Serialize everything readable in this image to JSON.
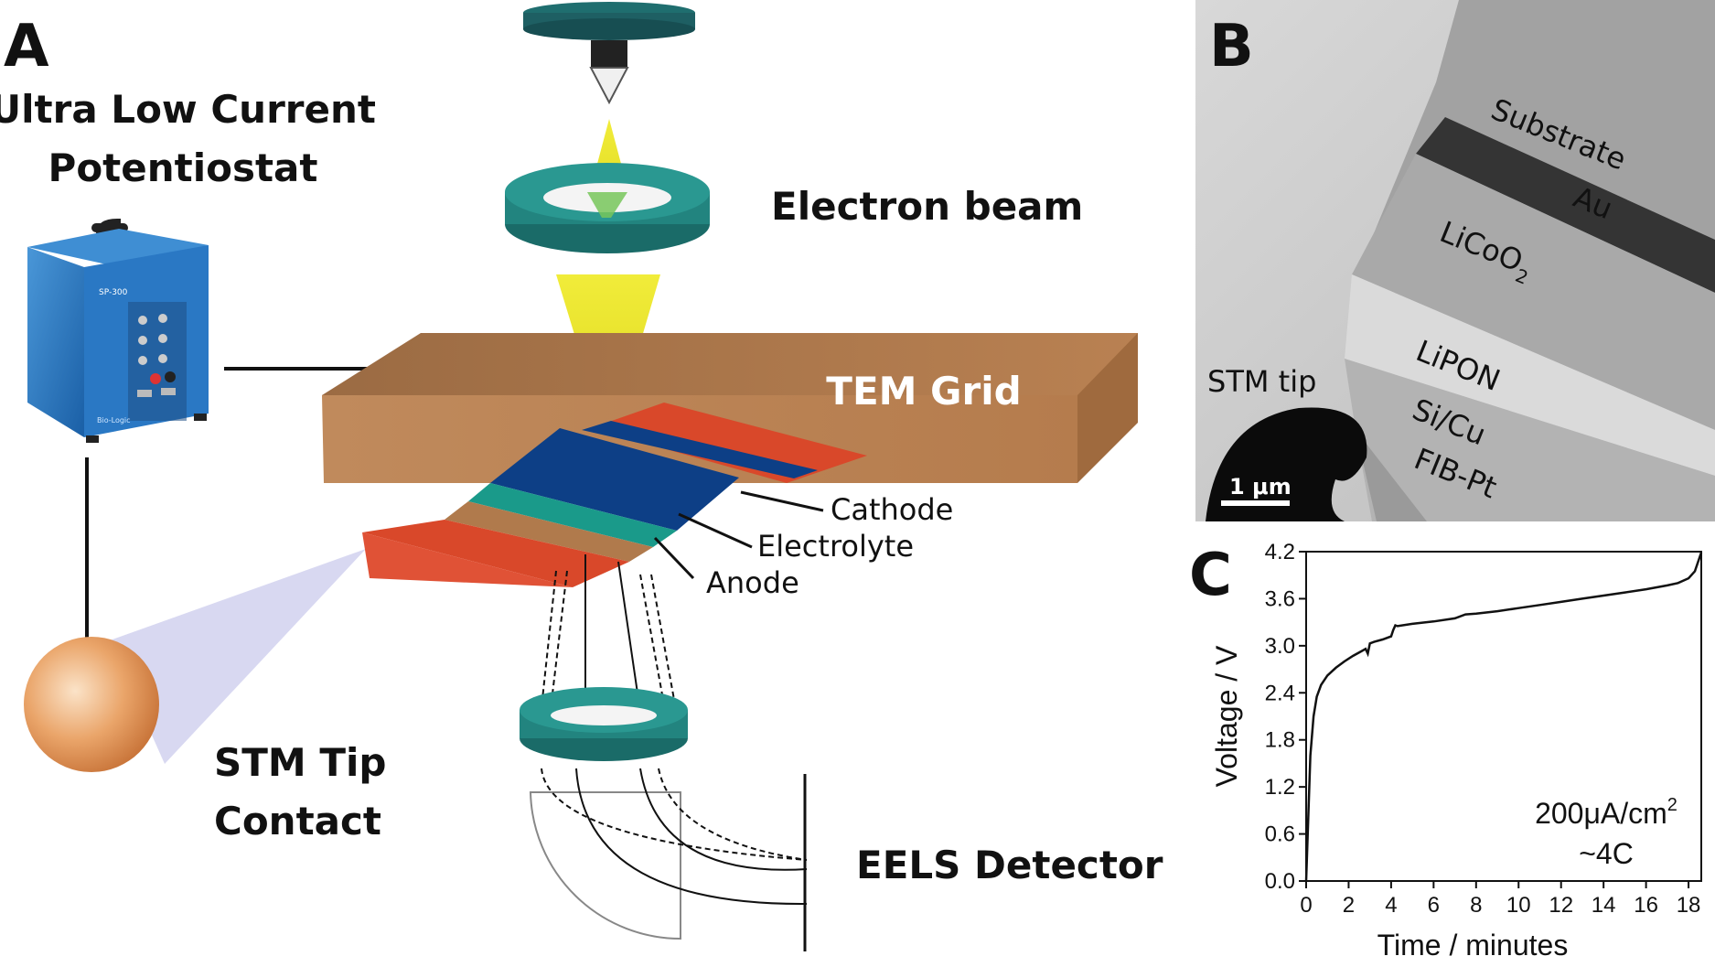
{
  "panels": {
    "a": "A",
    "b": "B",
    "c": "C"
  },
  "diagram": {
    "potentiostat_title_line1": "Ultra Low Current",
    "potentiostat_title_line2": "Potentiostat",
    "device_model": "SP-300",
    "device_brand": "Bio-Logic",
    "electron_beam": "Electron beam",
    "tem_grid": "TEM Grid",
    "cathode": "Cathode",
    "electrolyte": "Electrolyte",
    "anode": "Anode",
    "stm_tip_line1": "STM Tip",
    "stm_tip_line2": "Contact",
    "eels_detector": "EELS Detector"
  },
  "tem_image": {
    "layers": [
      "Substrate",
      "Au",
      "LiCoO",
      "LiPON",
      "Si/Cu",
      "FIB-Pt"
    ],
    "licoo_subscript": "2",
    "stm_tip": "STM tip",
    "scale_bar": "1 μm"
  },
  "colors": {
    "tem_grid": "#b07a4c",
    "cathode": "#d9482a",
    "electrolyte": "#0d3f86",
    "anode_band": "#1a9a8a",
    "lens": "#1f7f7a",
    "beam": "#e8e21a",
    "sphere": "#e0955a"
  },
  "chart_data": {
    "type": "line",
    "xlabel": "Time / minutes",
    "ylabel": "Voltage / V",
    "xlim": [
      0,
      18.6
    ],
    "ylim": [
      0,
      4.2
    ],
    "x_ticks": [
      "0",
      "2",
      "4",
      "6",
      "8",
      "10",
      "12",
      "14",
      "16",
      "18"
    ],
    "y_ticks": [
      "0.0",
      "0.6",
      "1.2",
      "1.8",
      "2.4",
      "3.0",
      "3.6",
      "4.2"
    ],
    "annotation_line1": "200μA/cm",
    "annotation_sup": "2",
    "annotation_line2": "~4C",
    "series": [
      {
        "x": [
          0,
          0.1,
          0.2,
          0.35,
          0.5,
          0.7,
          1.0,
          1.4,
          1.8,
          2.2,
          2.6,
          2.8,
          2.9,
          3.0,
          3.2,
          3.6,
          4.0,
          4.1,
          4.2,
          4.3,
          5,
          6,
          7,
          7.5,
          8,
          9,
          10,
          11,
          12,
          13,
          14,
          15,
          16,
          17,
          17.5,
          18,
          18.3,
          18.6
        ],
        "y": [
          0,
          0.8,
          1.6,
          2.1,
          2.35,
          2.5,
          2.62,
          2.72,
          2.8,
          2.87,
          2.93,
          2.96,
          2.9,
          3.03,
          3.05,
          3.08,
          3.12,
          3.2,
          3.26,
          3.25,
          3.28,
          3.31,
          3.35,
          3.4,
          3.41,
          3.44,
          3.48,
          3.52,
          3.56,
          3.6,
          3.64,
          3.68,
          3.72,
          3.77,
          3.8,
          3.86,
          3.95,
          4.19
        ]
      }
    ]
  }
}
